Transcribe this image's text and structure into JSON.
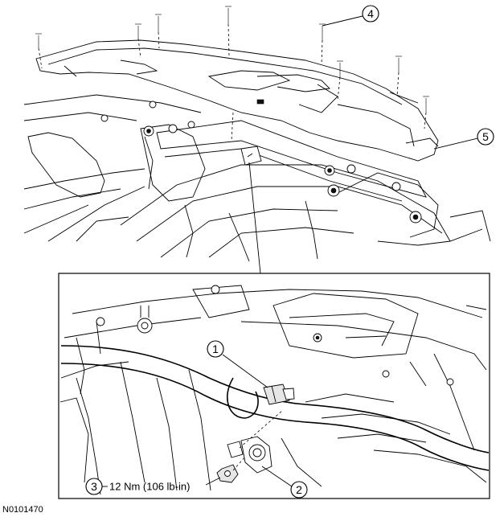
{
  "figure_id": "N0101470",
  "callouts": [
    {
      "number": "1"
    },
    {
      "number": "2"
    },
    {
      "number": "3",
      "note": "12 Nm (106 lb-in)"
    },
    {
      "number": "4"
    },
    {
      "number": "5"
    }
  ]
}
